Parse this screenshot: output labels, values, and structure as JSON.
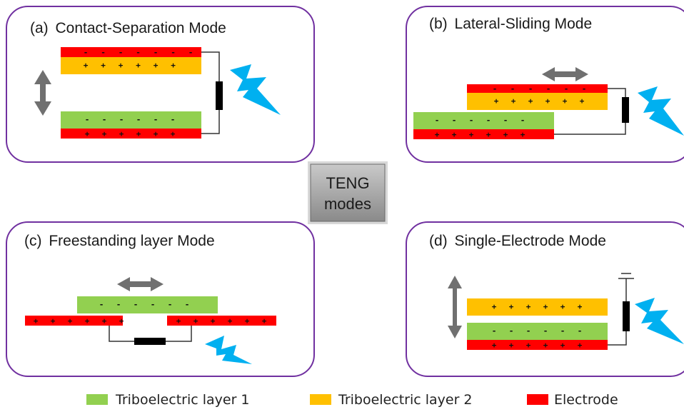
{
  "panels": {
    "a": {
      "label": "(a)",
      "title": "Contact-Separation Mode"
    },
    "b": {
      "label": "(b)",
      "title": "Lateral-Sliding Mode"
    },
    "c": {
      "label": "(c)",
      "title": "Freestanding layer Mode"
    },
    "d": {
      "label": "(d)",
      "title": "Single-Electrode Mode"
    }
  },
  "center": {
    "line1": "TENG",
    "line2": "modes"
  },
  "signs": {
    "plus": "+",
    "minus": "-"
  },
  "legend": {
    "items": [
      {
        "label": "Triboelectric layer 1",
        "color": "#92d050"
      },
      {
        "label": "Triboelectric layer 2",
        "color": "#ffc000"
      },
      {
        "label": "Electrode",
        "color": "#ff0000"
      }
    ]
  },
  "colors": {
    "frame": "#7030a0",
    "electrode": "#ff0000",
    "layer1": "#92d050",
    "layer2": "#ffc000",
    "arrow": "#707070",
    "lightning": "#00b0f0",
    "load": "#000000",
    "center_box": "#9a9a9a"
  },
  "icons": [
    "double-arrow-icon",
    "lightning-bolt-icon",
    "load-resistor-icon",
    "ground-icon"
  ]
}
